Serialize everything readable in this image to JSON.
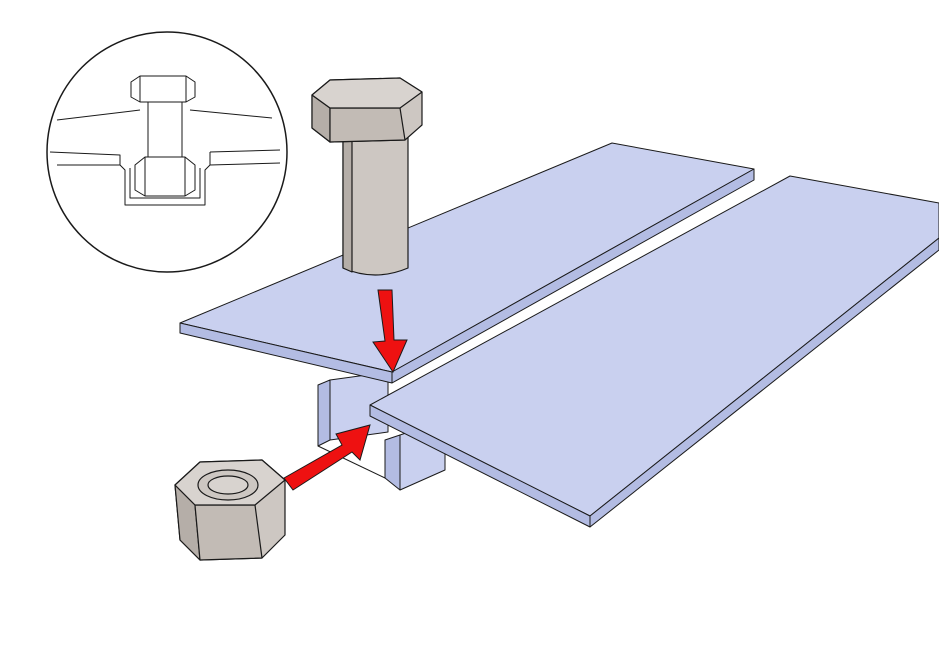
{
  "colors": {
    "plate": "#c9d0ef",
    "plate_side": "#b3bce3",
    "hardware": "#cdc7c2",
    "hardware_shade": "#b5aea8",
    "arrow": "#ee1111",
    "outline": "#1a1a1a"
  },
  "parts": [
    "bolt",
    "nut",
    "t-slot-plate-left",
    "t-slot-plate-right",
    "detail-inset"
  ]
}
